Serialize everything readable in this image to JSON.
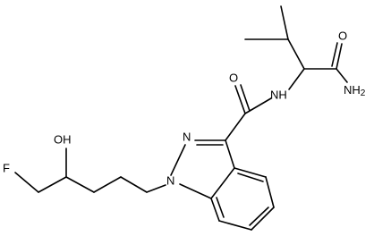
{
  "structure": {
    "atoms": {
      "fluorine": "F",
      "hydroxyl": "OH",
      "ring_nitrogen_2": "N",
      "ring_nitrogen_1": "N",
      "carbonyl_oxygen_1": "O",
      "amide_nh": "NH",
      "carbonyl_oxygen_2": "O",
      "amine": "NH",
      "amine_subscript": "2"
    }
  }
}
